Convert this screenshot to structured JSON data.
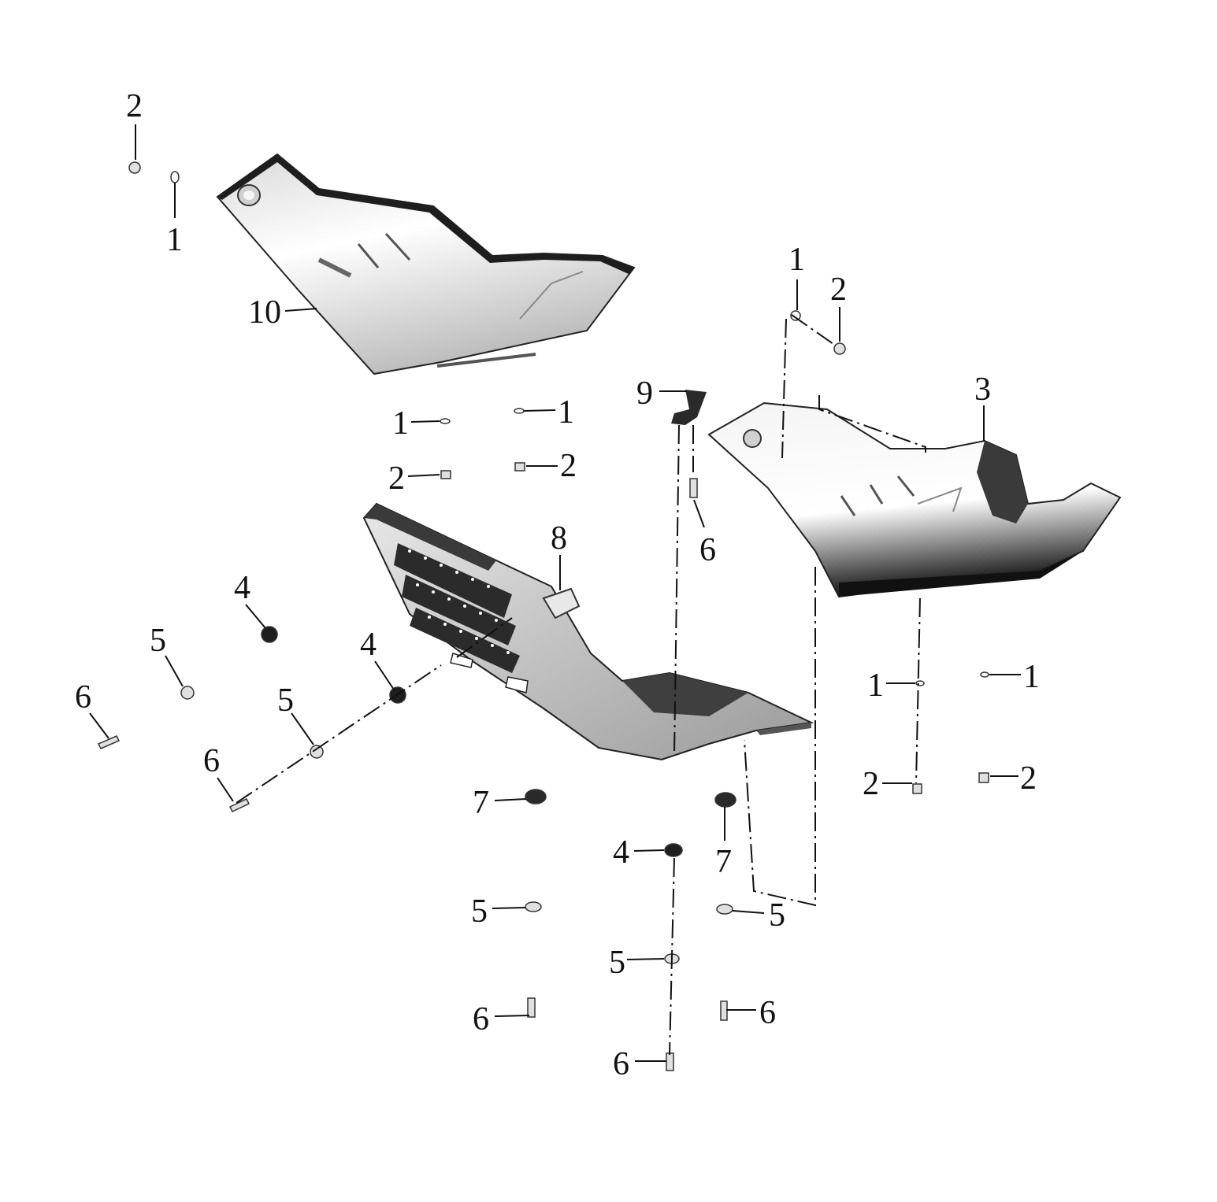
{
  "callouts": [
    {
      "id": "c1",
      "text": "2"
    },
    {
      "id": "c2",
      "text": "1"
    },
    {
      "id": "c3",
      "text": "10"
    },
    {
      "id": "c4",
      "text": "1"
    },
    {
      "id": "c5",
      "text": "1"
    },
    {
      "id": "c6",
      "text": "2"
    },
    {
      "id": "c7",
      "text": "2"
    },
    {
      "id": "c8",
      "text": "9"
    },
    {
      "id": "c9",
      "text": "1"
    },
    {
      "id": "c10",
      "text": "2"
    },
    {
      "id": "c11",
      "text": "3"
    },
    {
      "id": "c12",
      "text": "6"
    },
    {
      "id": "c13",
      "text": "8"
    },
    {
      "id": "c14",
      "text": "4"
    },
    {
      "id": "c15",
      "text": "5"
    },
    {
      "id": "c16",
      "text": "4"
    },
    {
      "id": "c17",
      "text": "6"
    },
    {
      "id": "c18",
      "text": "5"
    },
    {
      "id": "c19",
      "text": "6"
    },
    {
      "id": "c20",
      "text": "1"
    },
    {
      "id": "c21",
      "text": "1"
    },
    {
      "id": "c22",
      "text": "2"
    },
    {
      "id": "c23",
      "text": "2"
    },
    {
      "id": "c24",
      "text": "7"
    },
    {
      "id": "c25",
      "text": "7"
    },
    {
      "id": "c26",
      "text": "4"
    },
    {
      "id": "c27",
      "text": "5"
    },
    {
      "id": "c28",
      "text": "5"
    },
    {
      "id": "c29",
      "text": "5"
    },
    {
      "id": "c30",
      "text": "6"
    },
    {
      "id": "c31",
      "text": "6"
    },
    {
      "id": "c32",
      "text": "6"
    }
  ],
  "colors": {
    "line": "#111111",
    "part_light": "#f2f2f2",
    "part_mid": "#c8c8c8",
    "part_dark": "#2a2a2a",
    "background": "#ffffff"
  }
}
